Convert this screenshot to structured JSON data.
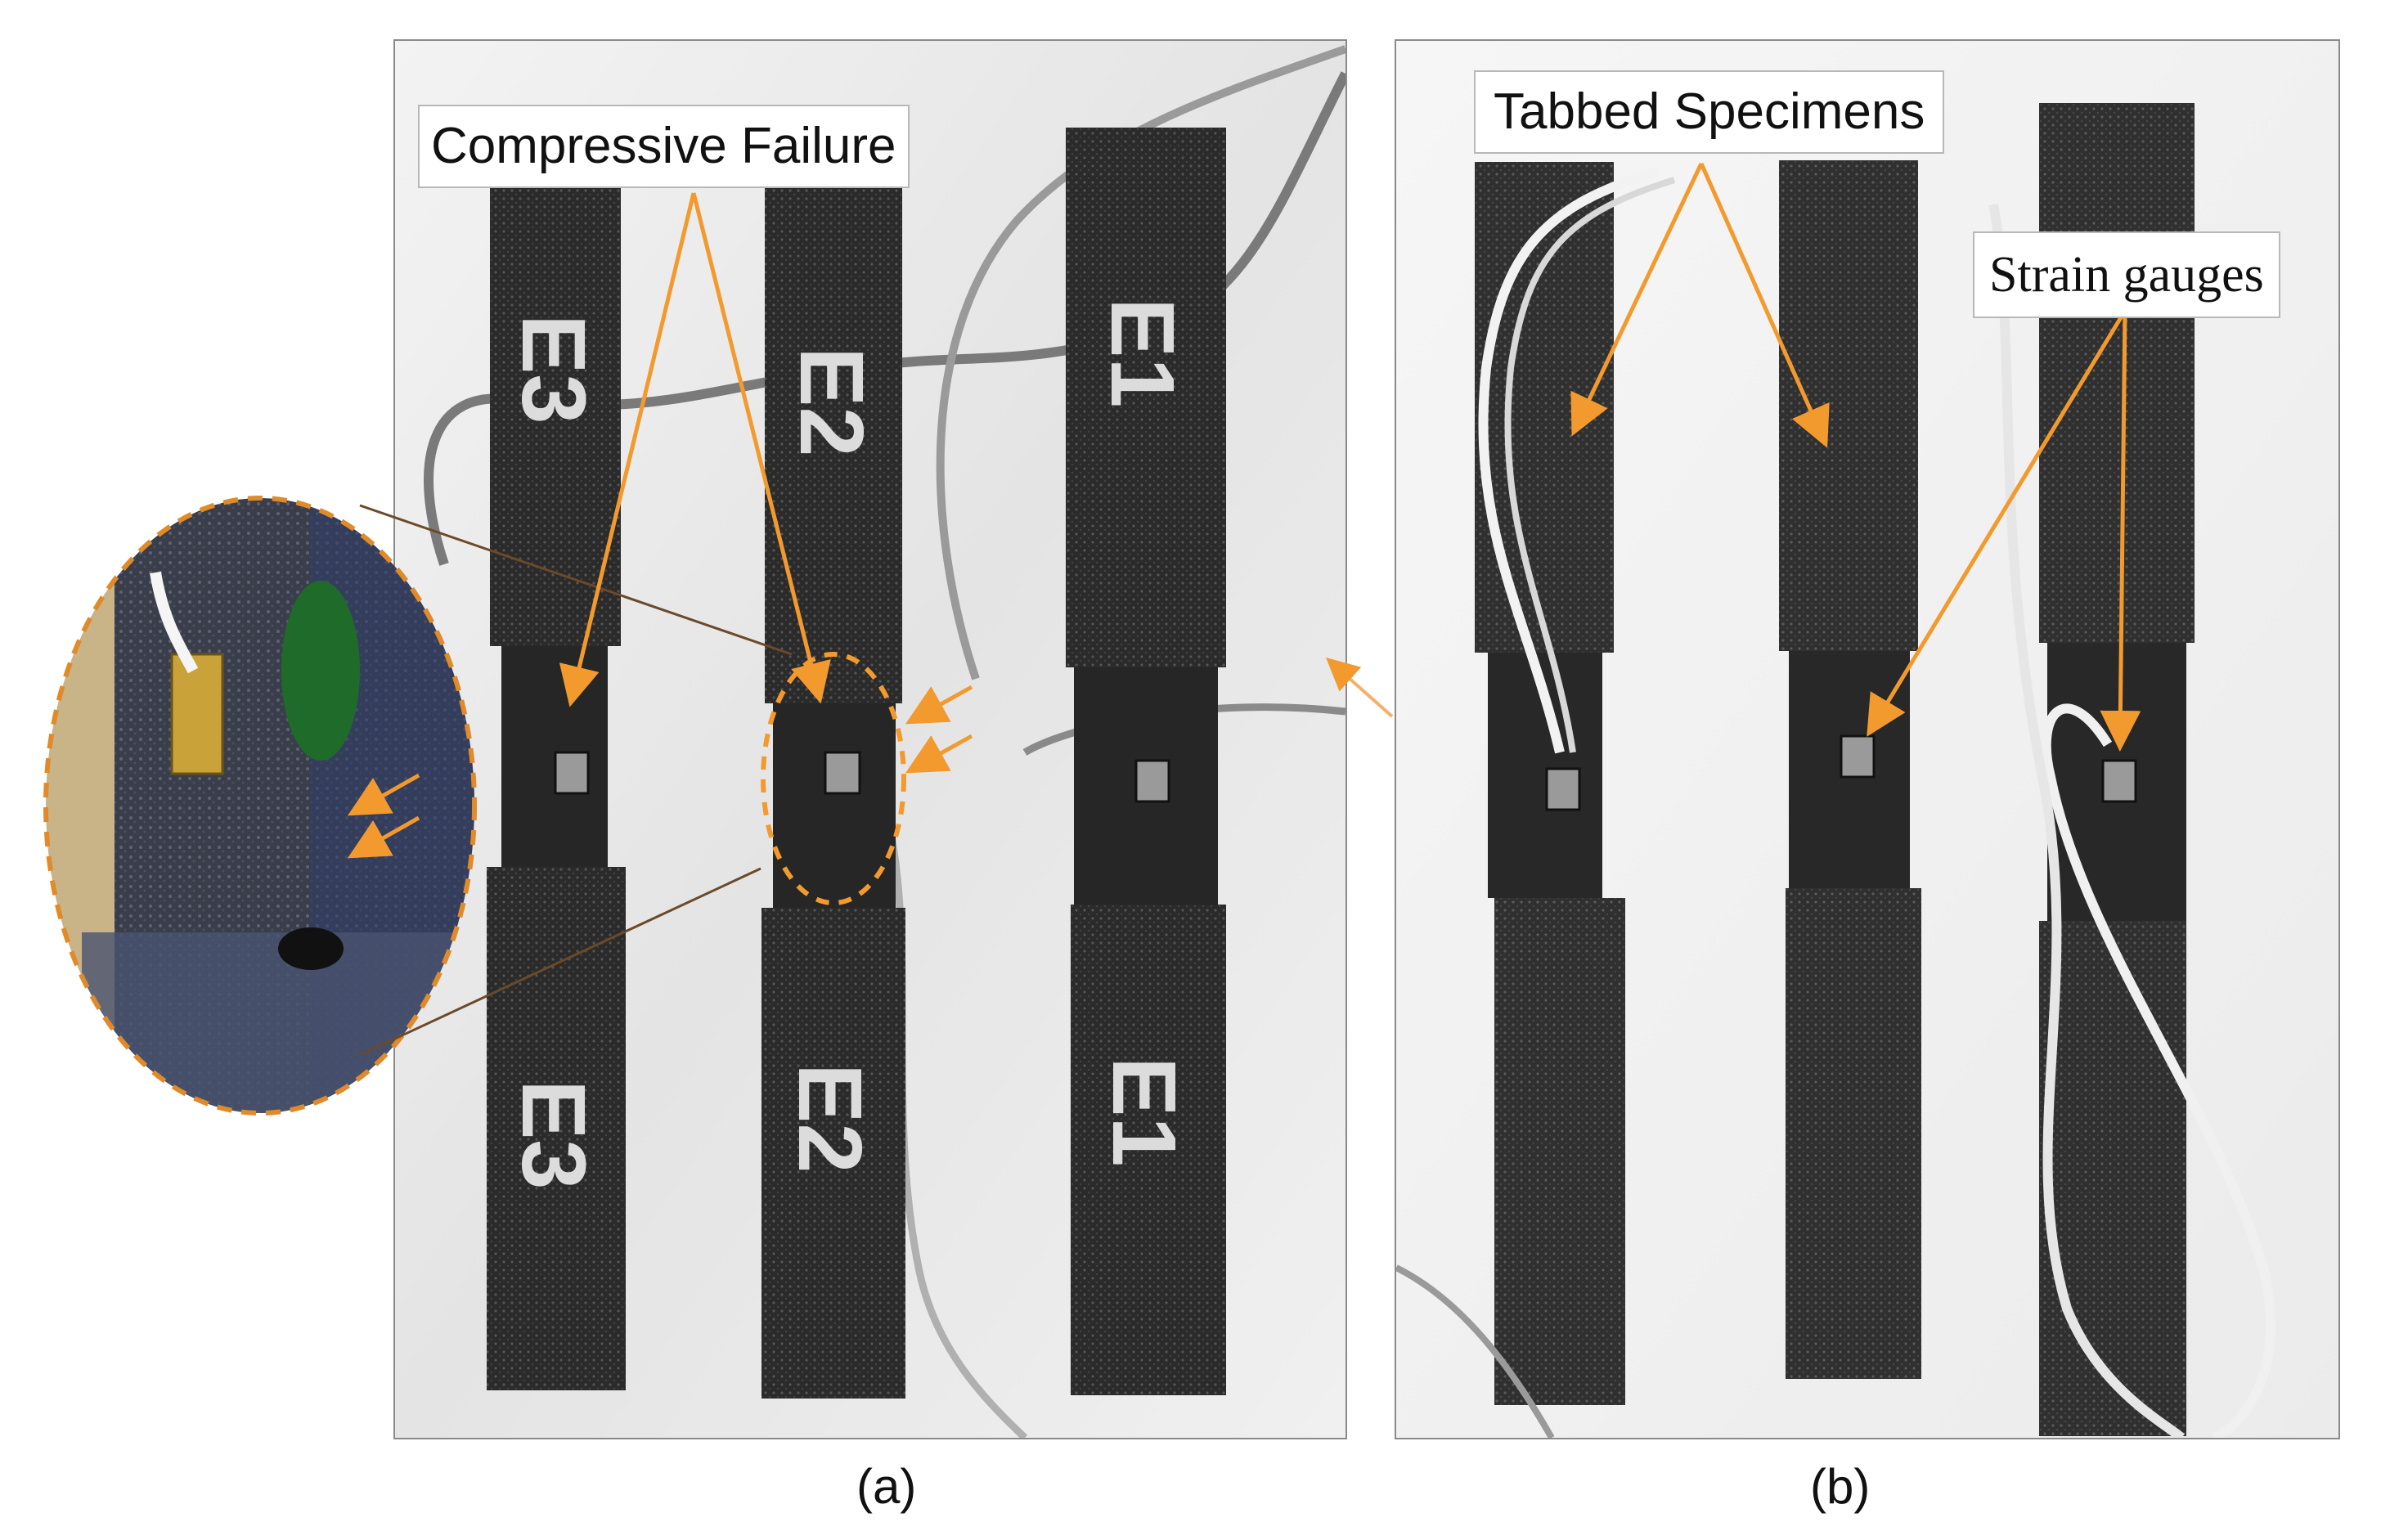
{
  "panel_a": {
    "callout": "Compressive Failure",
    "caption": "(a)",
    "specimen_labels": [
      "E3",
      "E2",
      "E1"
    ]
  },
  "panel_b": {
    "callout_tabbed": "Tabbed Specimens",
    "callout_strain": "Strain gauges",
    "caption": "(b)"
  },
  "colors": {
    "annotation_orange": "#f29a2e",
    "leader_brown": "#6b4a2a",
    "specimen_dark": "#2e2e2e",
    "background_light": "#e9e9e9"
  }
}
